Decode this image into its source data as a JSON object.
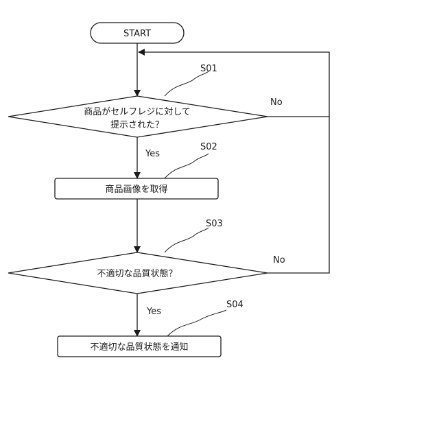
{
  "start": {
    "label": "START"
  },
  "decision1": {
    "step": "S01",
    "line1": "商品がセルフレジに対して",
    "line2": "提示された？",
    "yes": "Yes",
    "no": "No"
  },
  "process1": {
    "step": "S02",
    "label": "商品画像を取得"
  },
  "decision2": {
    "step": "S03",
    "label": "不適切な品質状態？",
    "yes": "Yes",
    "no": "No"
  },
  "process2": {
    "step": "S04",
    "label": "不適切な品質状態を通知"
  }
}
